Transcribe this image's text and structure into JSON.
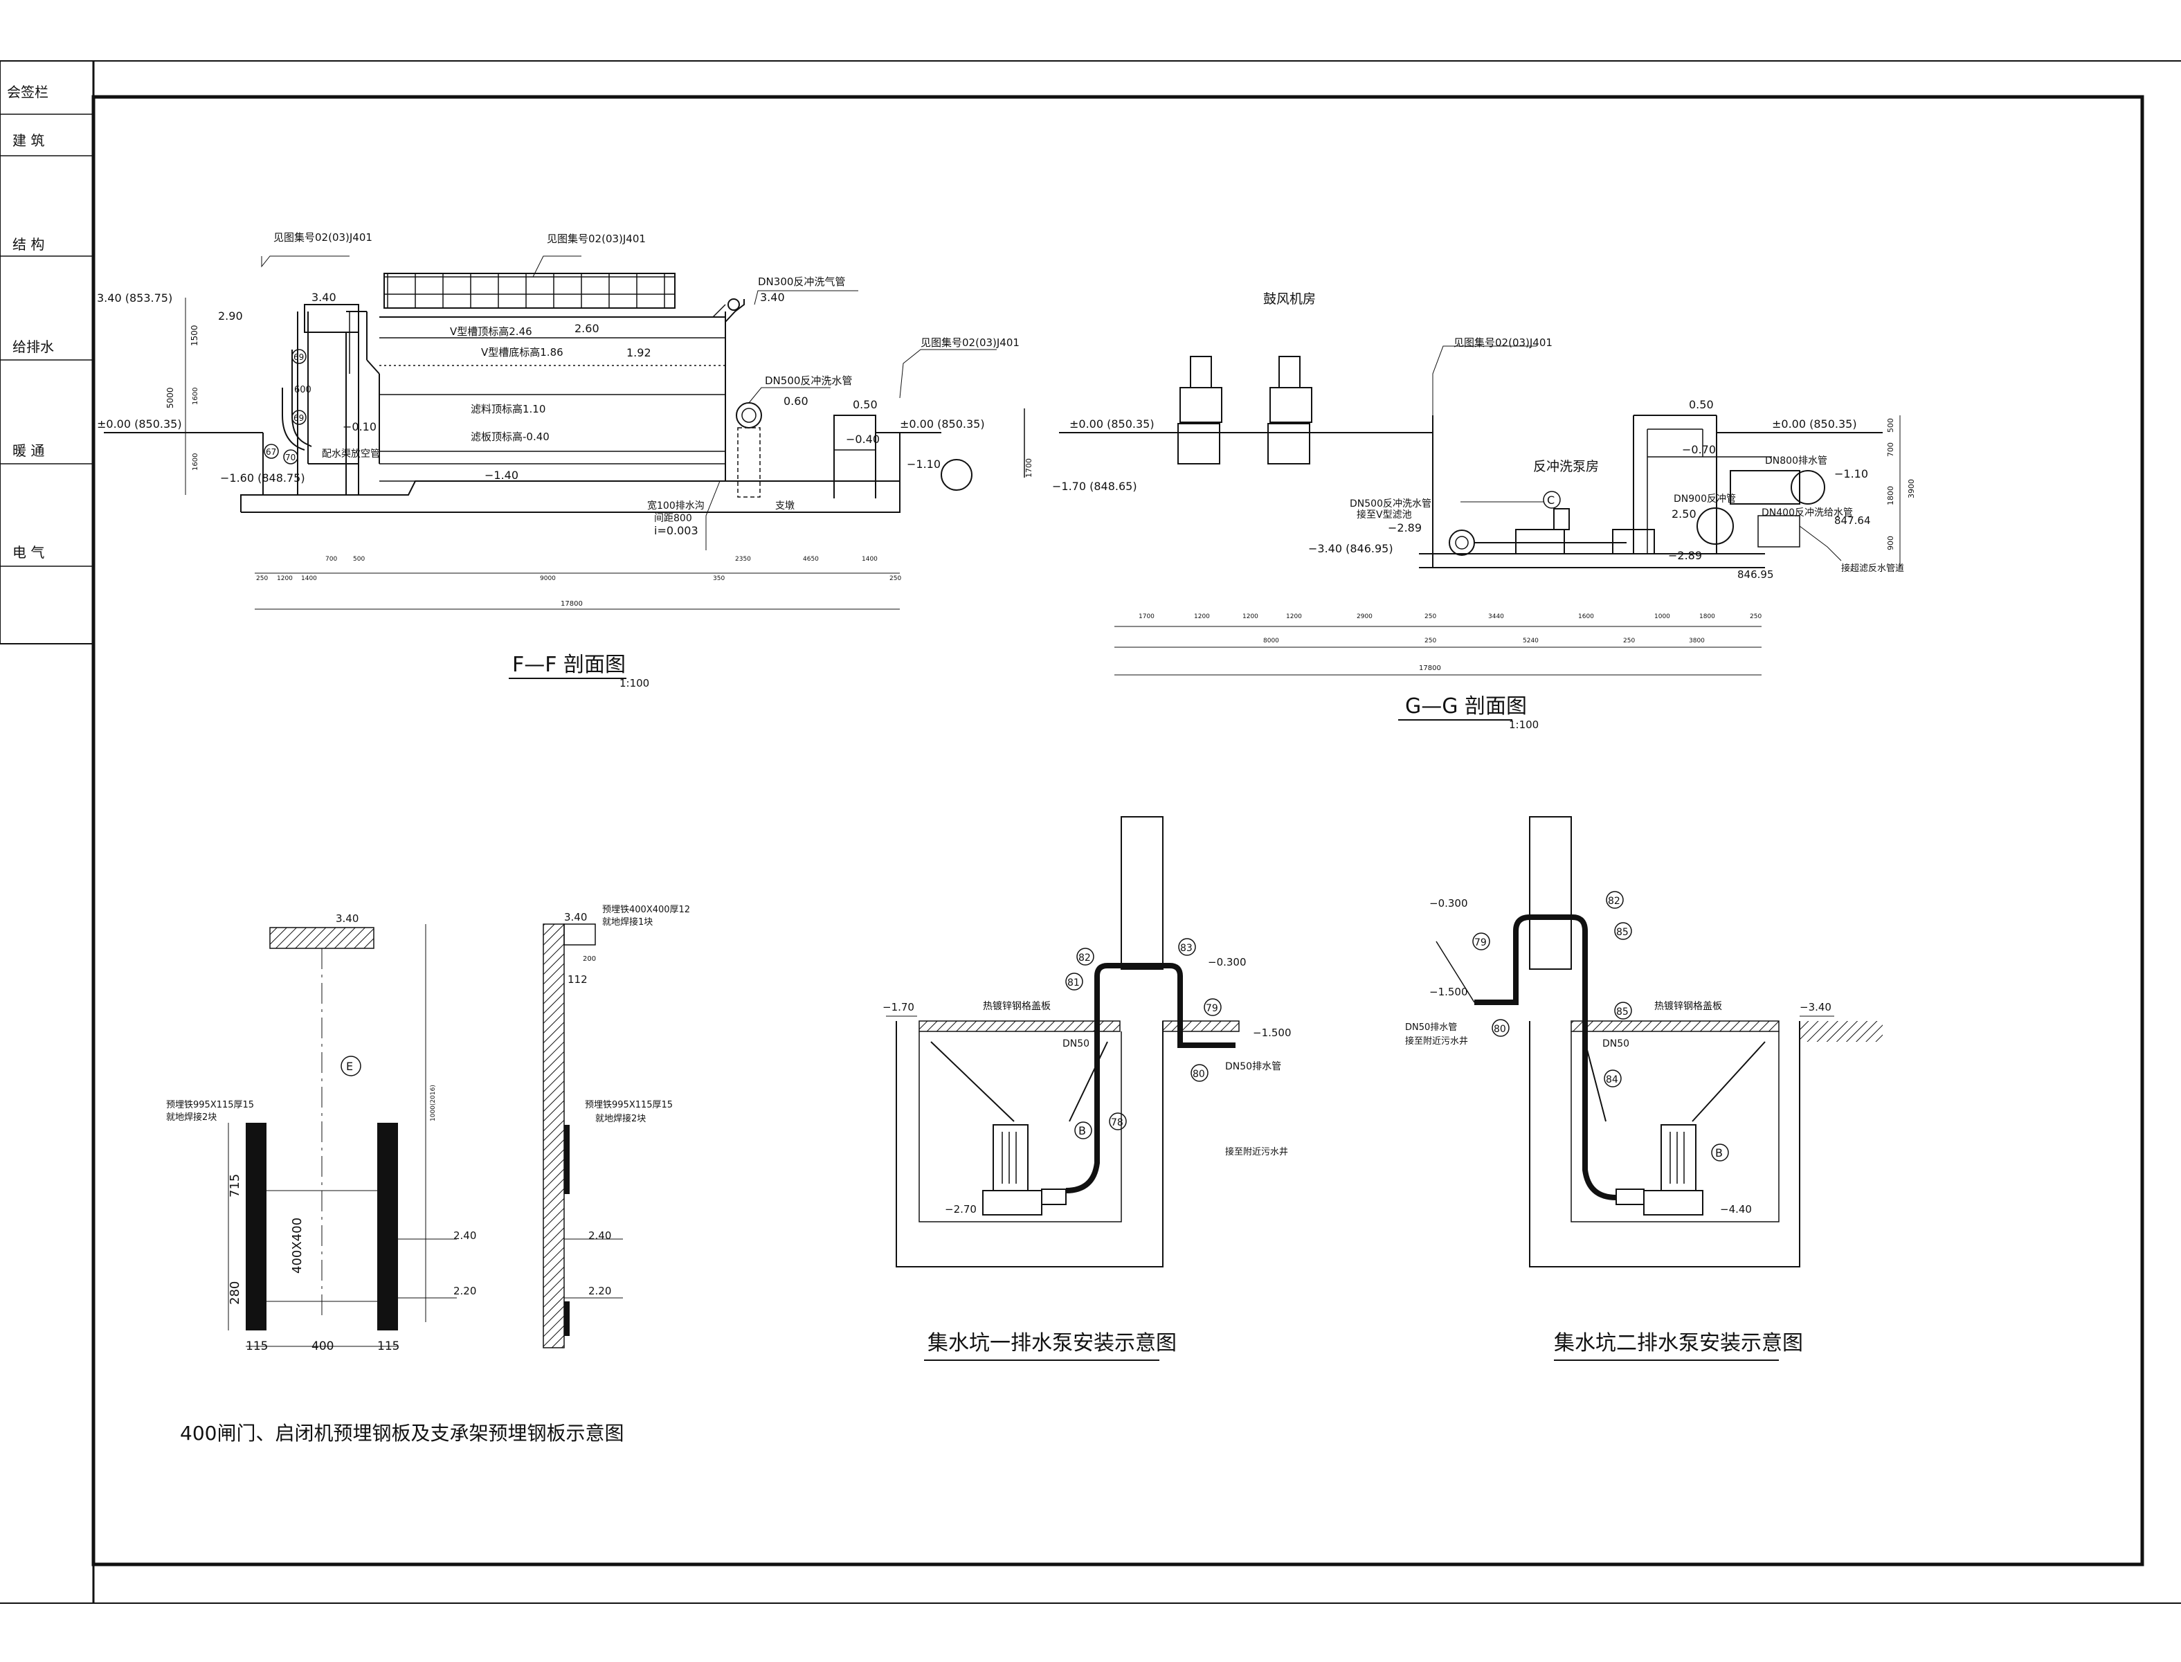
{
  "sign_column": {
    "title": "会签栏",
    "disciplines": [
      "建  筑",
      "结  构",
      "给排水",
      "暖  通",
      "电  气"
    ]
  },
  "section_ff": {
    "title": "F—F 剖面图",
    "scale": "1:100",
    "notes": {
      "ref_a": "见图集号02(03)J401",
      "ref_b": "见图集号02(03)J401",
      "ref_c": "见图集号02(03)J401",
      "v_top": "V型槽顶标高2.46",
      "v_bottom": "V型槽底标高1.86",
      "filter_top": "滤料顶标高1.10",
      "plate_top": "滤板顶标高-0.40",
      "air_pipe": "DN300反冲洗气管",
      "wash_pipe": "DN500反冲洗水管",
      "drain_trench": "宽100排水沟",
      "drain_spacing": "间距800",
      "slope": "i=0.003",
      "support": "支墩",
      "pump_drain": "配水渠放空管"
    },
    "elevations": {
      "top_left": "3.40 (853.75)",
      "e290": "2.90",
      "e340": "3.40",
      "e260": "2.60",
      "e192": "1.92",
      "ground_left": "±0.00 (850.35)",
      "e010": "−0.10",
      "e160": "−1.60 (848.75)",
      "e140": "−1.40",
      "e060": "0.60",
      "e340b": "3.40",
      "e050": "0.50",
      "e040": "−0.40",
      "ground_right": "±0.00 (850.35)",
      "e110": "−1.10"
    },
    "vertical_dims": [
      "1500",
      "5000",
      "1600",
      "1600"
    ],
    "dim_600": "600",
    "tags": [
      "69",
      "69",
      "67",
      "70"
    ],
    "dims_row1": [
      "250",
      "1200",
      "1400",
      "700",
      "500",
      "9000",
      "350",
      "2350",
      "4650",
      "1400",
      "250"
    ],
    "dims_total": "17800"
  },
  "section_gg": {
    "title": "G—G 剖面图",
    "scale": "1:100",
    "notes": {
      "blower_room": "鼓风机房",
      "ref": "见图集号02(03)J401",
      "pump_room": "反冲洗泵房",
      "wash_pipe": "DN500反冲洗水管",
      "wash_pipe2": "接至V型滤池",
      "dn800": "DN800排水管",
      "dn900": "DN900反冲管",
      "dn400": "DN400反冲洗给水管",
      "connect": "接超滤反水管道"
    },
    "elevations": {
      "ground_l": "±0.00 (850.35)",
      "e170": "−1.70 (848.65)",
      "e289": "−2.89",
      "e340": "−3.40 (846.95)",
      "e050": "0.50",
      "ground_r": "±0.00 (850.35)",
      "e070": "−0.70",
      "e110": "−1.10",
      "e250": "2.50",
      "e289b": "−2.89",
      "e84764": "847.64",
      "e84695": "846.95"
    },
    "tag": "C",
    "vertical_dims": [
      "500",
      "700",
      "1800",
      "3900",
      "900",
      "1700"
    ],
    "dims_row1": [
      "1700",
      "1200",
      "1200",
      "1200",
      "2900",
      "250",
      "3440",
      "1600",
      "1000",
      "1800",
      "250"
    ],
    "dims_row2": [
      "8000",
      "250",
      "5240",
      "250",
      "3800"
    ],
    "dims_total": "17800"
  },
  "gate_detail": {
    "title": "400闸门、启闭机预埋钢板及支承架预埋钢板示意图",
    "e340": "3.40",
    "e240a": "2.40",
    "e220a": "2.20",
    "e340b": "3.40",
    "e240b": "2.40",
    "e220b": "2.20",
    "tag": "E",
    "plate_note1": "预埋铁995X115厚15",
    "plate_note2": "就地焊接2块",
    "plate_note3": "预埋铁400X400厚12",
    "plate_note4": "就地焊接1块",
    "plate_note5": "预埋铁995X115厚15",
    "plate_note6": "就地焊接2块",
    "dims": [
      "715",
      "280",
      "400X400",
      "115",
      "400",
      "115",
      "112",
      "200",
      "1000(2016)"
    ]
  },
  "pit_one": {
    "title": "集水坑一排水泵安装示意图",
    "e170": "−1.70",
    "e300": "−0.300",
    "e1500": "−1.500",
    "e270": "−2.70",
    "cover": "热镀锌钢格盖板",
    "dn50": "DN50",
    "drain": "DN50排水管",
    "connect": "接至附近污水井",
    "tags": [
      "82",
      "81",
      "83",
      "79",
      "80",
      "78",
      "B"
    ]
  },
  "pit_two": {
    "title": "集水坑二排水泵安装示意图",
    "e300": "−0.300",
    "e1500": "−1.500",
    "e340": "−3.40",
    "e440": "−4.40",
    "cover": "热镀锌钢格盖板",
    "dn50": "DN50",
    "drain": "DN50排水管",
    "connect": "接至附近污水井",
    "tags": [
      "82",
      "85",
      "79",
      "80",
      "85",
      "84",
      "B"
    ]
  }
}
